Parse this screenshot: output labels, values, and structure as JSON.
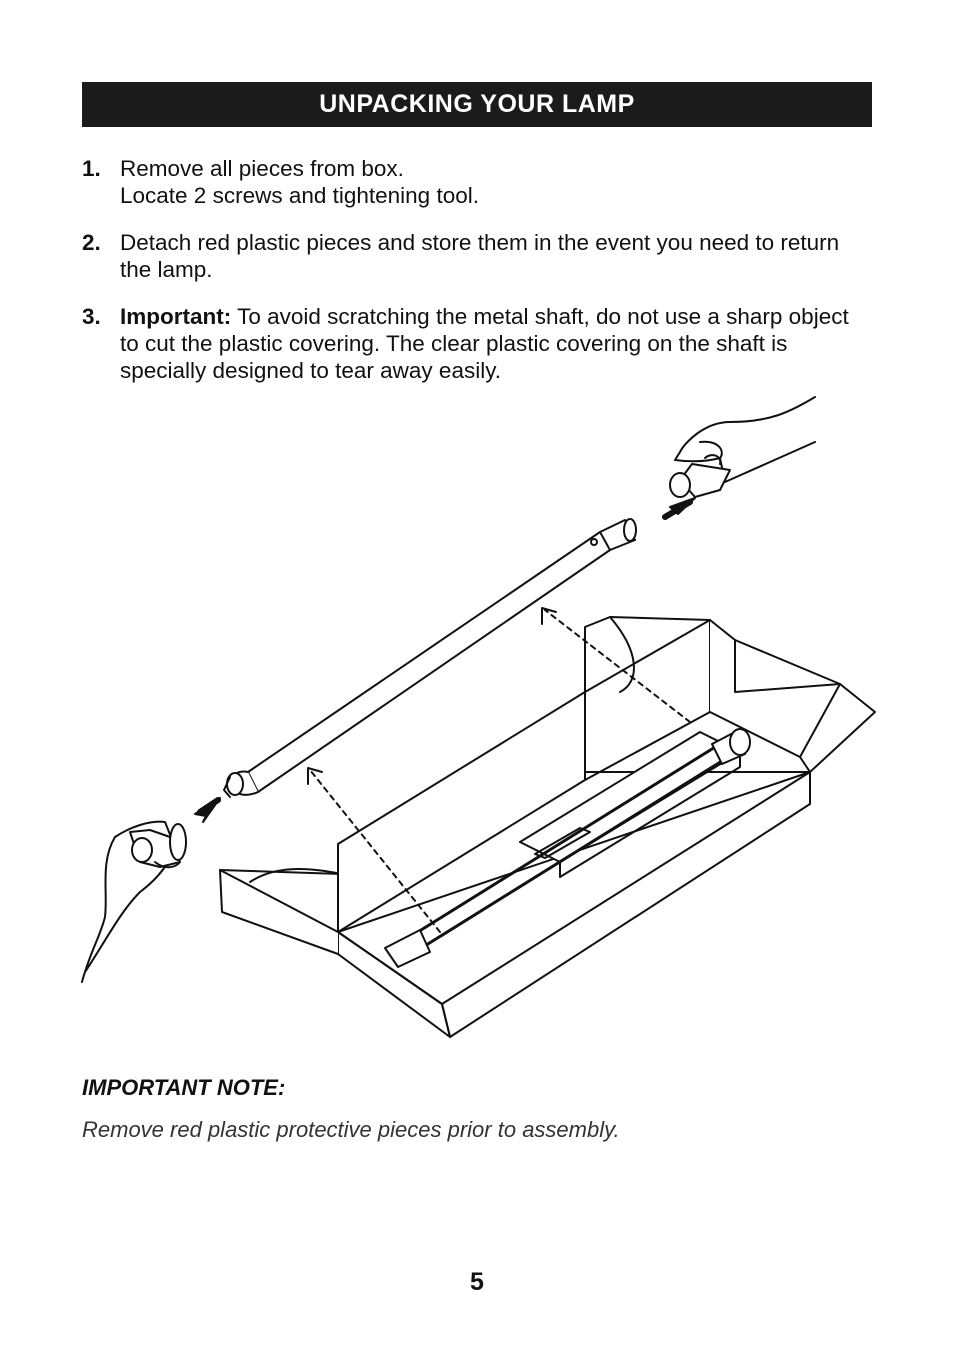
{
  "header": {
    "title": "UNPACKING YOUR LAMP"
  },
  "steps": [
    {
      "number": "1.",
      "lines": [
        "Remove all pieces from box.",
        "Locate 2 screws and tightening tool."
      ]
    },
    {
      "number": "2.",
      "text": "Detach red plastic pieces and store them in the event you need to return the lamp."
    },
    {
      "number": "3.",
      "bold": "Important:",
      "text": " To avoid scratching the metal shaft, do not use a sharp object to cut the plastic covering. The clear plastic covering on the shaft is specially designed to tear away easily."
    }
  ],
  "note": {
    "title": "IMPORTANT NOTE:",
    "body": "Remove red plastic protective pieces prior to assembly."
  },
  "footer": {
    "page_number": "5"
  }
}
